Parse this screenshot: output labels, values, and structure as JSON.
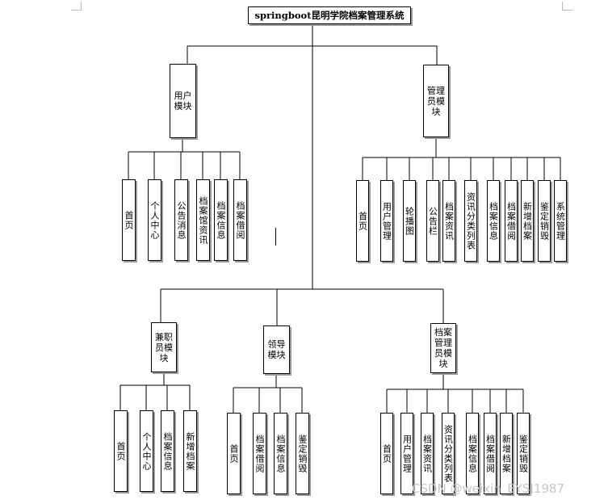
{
  "title": "springboot昆明学院档案管理系统",
  "modules": [
    {
      "id": "user",
      "name": "用户模块",
      "children": [
        "首页",
        "个人中心",
        "公告消息",
        "档案馆资讯",
        "档案信息",
        "档案借阅"
      ]
    },
    {
      "id": "admin",
      "name": "管理员模块",
      "children": [
        "首页",
        "用户管理",
        "轮播图",
        "公告栏",
        "档案资讯",
        "资讯分类列表",
        "档案信息",
        "档案借阅",
        "新增档案",
        "鉴定销毁",
        "系统管理"
      ]
    },
    {
      "id": "parttime",
      "name": "兼职员模块",
      "children": [
        "首页",
        "个人中心",
        "档案信息",
        "新增档案"
      ]
    },
    {
      "id": "leader",
      "name": "领导模块",
      "children": [
        "首页",
        "档案借阅",
        "档案信息",
        "鉴定销毁"
      ]
    },
    {
      "id": "archivist",
      "name": "档案管理员模块",
      "children": [
        "首页",
        "用户管理",
        "档案资讯",
        "资讯分类列表",
        "档案信息",
        "档案借阅",
        "新增档案",
        "鉴定销毁"
      ]
    }
  ],
  "watermark": "CSDN @weixin_BYSJ1987"
}
